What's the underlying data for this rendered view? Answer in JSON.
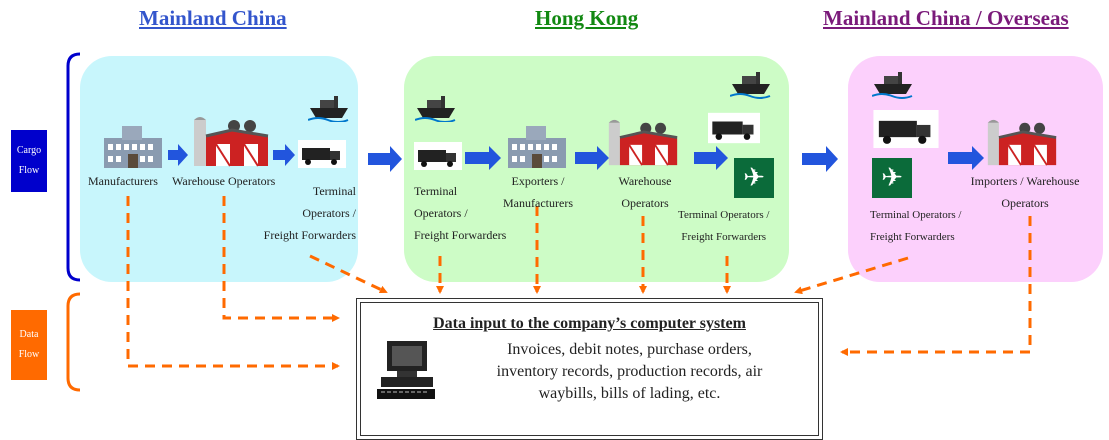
{
  "regions": {
    "mainland": "Mainland China",
    "hongkong": "Hong Kong",
    "overseas": "Mainland China / Overseas"
  },
  "colors": {
    "mainland_title": "#3355cc",
    "hongkong_title": "#118811",
    "overseas_title": "#7a1a7a",
    "mainland_panel": "#c8f6fc",
    "hongkong_panel": "#cdfcc6",
    "overseas_panel": "#fcd0fc",
    "cargo_box": "#0000cc",
    "data_box": "#ff6a00",
    "arrow_blue": "#2255dd",
    "arrow_orange": "#ff6a00"
  },
  "side": {
    "cargo_line1": "Cargo",
    "cargo_line2": "Flow",
    "data_line1": "Data",
    "data_line2": "Flow"
  },
  "labels": {
    "manufacturers": "Manufacturers",
    "warehouse_operators": "Warehouse Operators",
    "terminal1_l1": "Terminal",
    "terminal1_l2": "Operators /",
    "terminal1_l3": "Freight Forwarders",
    "terminal2_l1": "Terminal",
    "terminal2_l2": "Operators /",
    "terminal2_l3": "Freight Forwarders",
    "exporters_l1": "Exporters /",
    "exporters_l2": "Manufacturers",
    "hk_warehouse_l1": "Warehouse",
    "hk_warehouse_l2": "Operators",
    "hk_terminal_l1": "Terminal Operators /",
    "hk_terminal_l2": "Freight Forwarders",
    "ov_terminal_l1": "Terminal Operators /",
    "ov_terminal_l2": "Freight Forwarders",
    "importers_l1": "Importers / Warehouse",
    "importers_l2": "Operators"
  },
  "data_box": {
    "title": "Data input to the company’s computer system",
    "line1": "Invoices, debit notes, purchase orders,",
    "line2": "inventory records, production records, air",
    "line3": "waybills, bills of lading, etc."
  },
  "icons": {
    "ship": "ship-icon",
    "truck": "truck-icon",
    "factory": "factory-icon",
    "warehouse": "warehouse-icon",
    "airplane": "airplane-icon",
    "computer": "computer-icon"
  }
}
